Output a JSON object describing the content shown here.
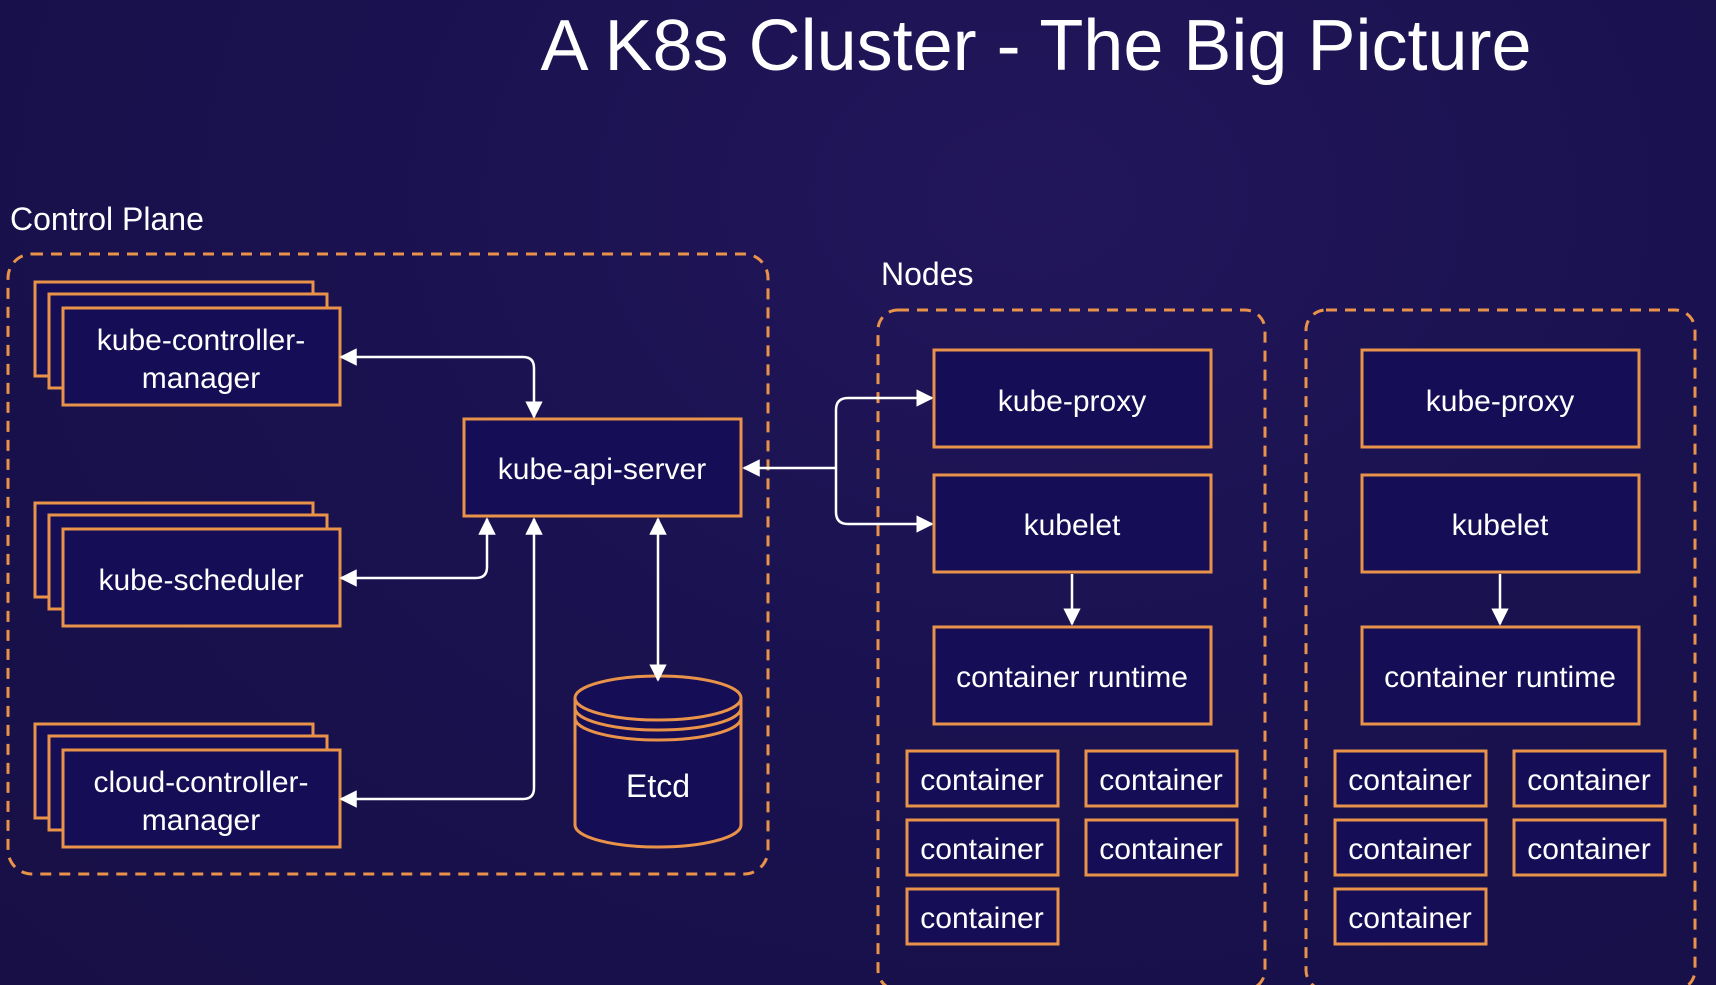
{
  "title": "A K8s Cluster - The Big Picture",
  "control_plane": {
    "label": "Control Plane",
    "controller_manager": "kube-controller-manager",
    "controller_manager_lines": [
      "kube-controller-",
      "manager"
    ],
    "scheduler": "kube-scheduler",
    "cloud_controller_manager_lines": [
      "cloud-controller-",
      "manager"
    ],
    "api_server": "kube-api-server",
    "etcd": "Etcd"
  },
  "nodes": {
    "label": "Nodes",
    "node_list": [
      {
        "kube_proxy": "kube-proxy",
        "kubelet": "kubelet",
        "container_runtime": "container runtime",
        "containers": [
          "container",
          "container",
          "container",
          "container",
          "container"
        ]
      },
      {
        "kube_proxy": "kube-proxy",
        "kubelet": "kubelet",
        "container_runtime": "container runtime",
        "containers": [
          "container",
          "container",
          "container",
          "container",
          "container"
        ]
      }
    ]
  },
  "colors": {
    "background": "#1a1250",
    "box_fill": "#150d55",
    "box_border": "#e8924a",
    "dashed_border": "#e8924a",
    "arrow": "#ffffff",
    "text": "#ffffff"
  }
}
